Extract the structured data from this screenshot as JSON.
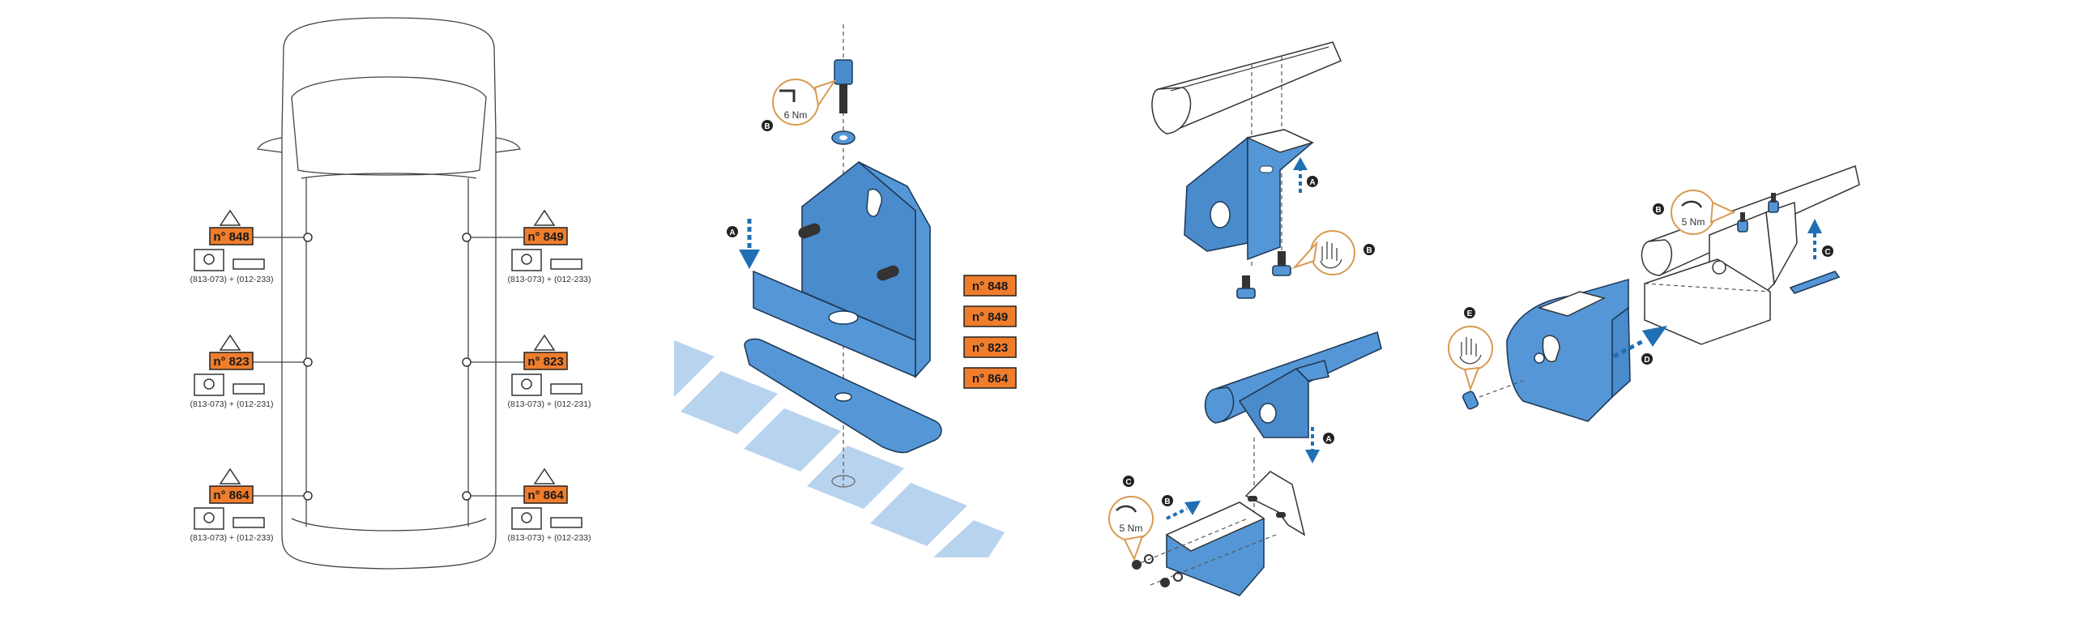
{
  "colors": {
    "accent_blue": "#5597d6",
    "tag_orange": "#ef7d2c",
    "arrow_blue": "#1f6fb5",
    "callout_orange": "#d99a52"
  },
  "car_panel": {
    "left_tags": [
      {
        "label": "n° 848",
        "parts": "(813-073) + (012-233)"
      },
      {
        "label": "n° 823",
        "parts": "(813-073) + (012-231)"
      },
      {
        "label": "n° 864",
        "parts": "(813-073) + (012-233)"
      }
    ],
    "right_tags": [
      {
        "label": "n° 849",
        "parts": "(813-073) + (012-233)"
      },
      {
        "label": "n° 823",
        "parts": "(813-073) + (012-231)"
      },
      {
        "label": "n° 864",
        "parts": "(813-073) + (012-233)"
      }
    ]
  },
  "bracket_panel": {
    "torque": "6 Nm",
    "step_a": "A",
    "step_b": "B",
    "tags": [
      "n° 848",
      "n° 849",
      "n° 823",
      "n° 864"
    ]
  },
  "rail_panel": {
    "top_step_a": "A",
    "top_step_b": "B",
    "bottom_step_a": "A",
    "bottom_step_b": "B",
    "bottom_step_c": "C",
    "torque": "5 Nm"
  },
  "foot_panel": {
    "torque": "5 Nm",
    "step_b": "B",
    "step_c": "C",
    "step_d": "D",
    "step_e": "E"
  }
}
